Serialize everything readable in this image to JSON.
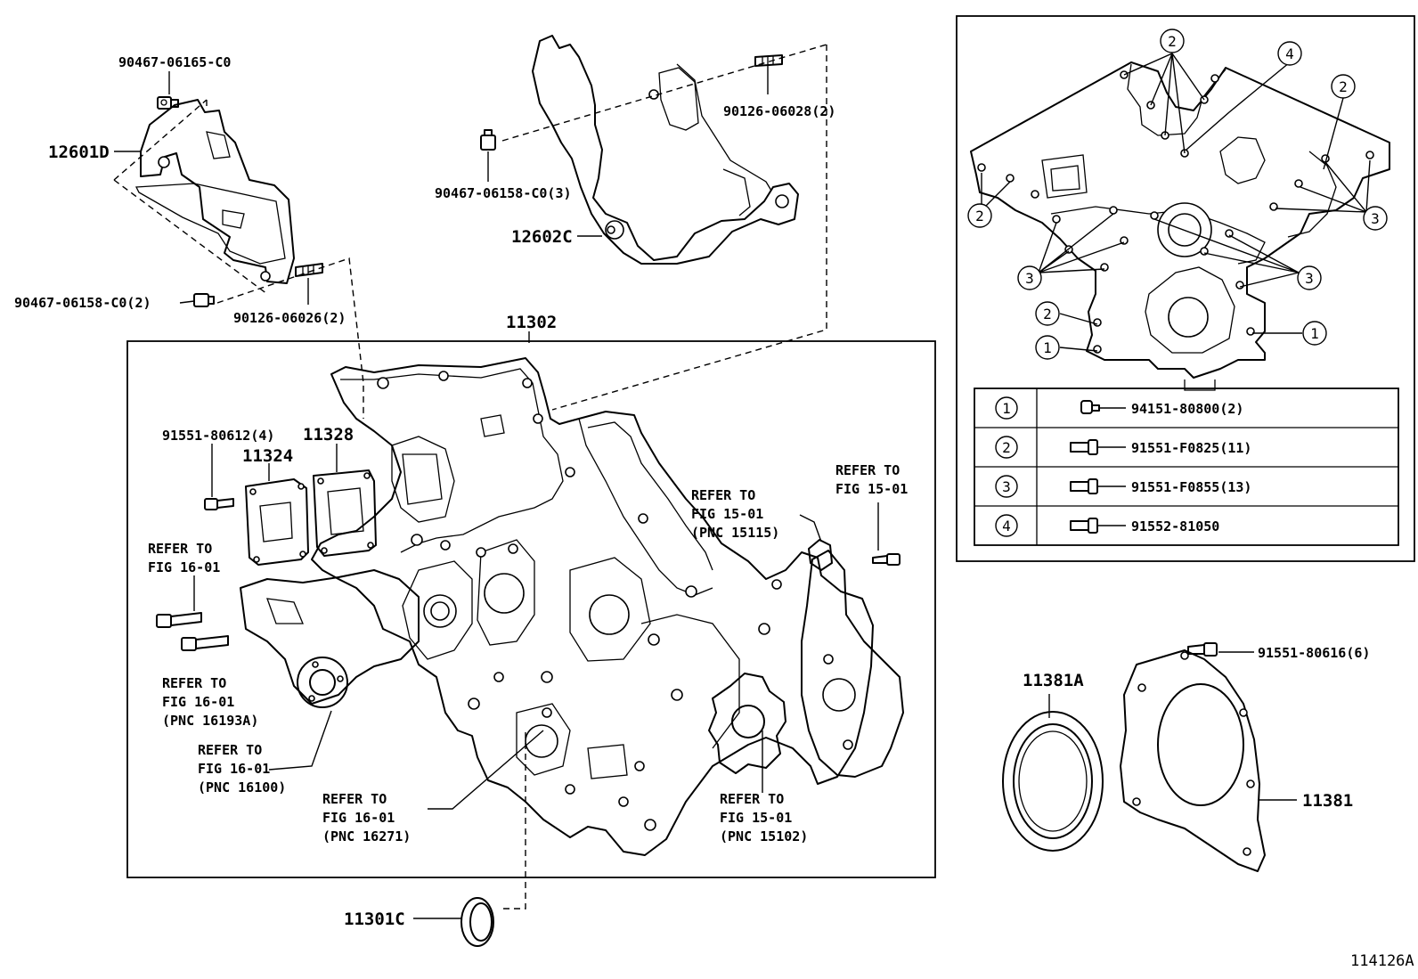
{
  "figure_id": "114126A",
  "labels": {
    "p90467_06165": "90467-06165-C0",
    "p12601d": "12601D",
    "p90467_06158_left": "90467-06158-C0(2)",
    "p90126_06026": "90126-06026(2)",
    "p90126_06028": "90126-06028(2)",
    "p90467_06158_center": "90467-06158-C0(3)",
    "p12602c": "12602C",
    "p11302": "11302",
    "p91551_80612": "91551-80612(4)",
    "p11328": "11328",
    "p11324": "11324",
    "p91551_80616": "91551-80616(6)",
    "p11381a": "11381A",
    "p11381": "11381",
    "p11301c": "11301C"
  },
  "references": {
    "ref_fig16_upper": [
      "REFER TO",
      "FIG 16-01"
    ],
    "ref_fig16_16193a": [
      "REFER TO",
      "FIG 16-01",
      "(PNC 16193A)"
    ],
    "ref_fig16_16100": [
      "REFER TO",
      "FIG 16-01",
      "(PNC 16100)"
    ],
    "ref_fig16_16271": [
      "REFER TO",
      "FIG 16-01",
      "(PNC 16271)"
    ],
    "ref_fig15_15102": [
      "REFER TO",
      "FIG 15-01",
      "(PNC 15102)"
    ],
    "ref_fig15_15115": [
      "REFER TO",
      "FIG 15-01",
      "(PNC 15115)"
    ],
    "ref_fig15_right": [
      "REFER TO",
      "FIG 15-01"
    ]
  },
  "inset": {
    "callouts": [
      "1",
      "2",
      "3",
      "4"
    ],
    "bolt_table": [
      {
        "num": "1",
        "part": "94151-80800(2)"
      },
      {
        "num": "2",
        "part": "91551-F0825(11)"
      },
      {
        "num": "3",
        "part": "91551-F0855(13)"
      },
      {
        "num": "4",
        "part": "91552-81050"
      }
    ]
  }
}
